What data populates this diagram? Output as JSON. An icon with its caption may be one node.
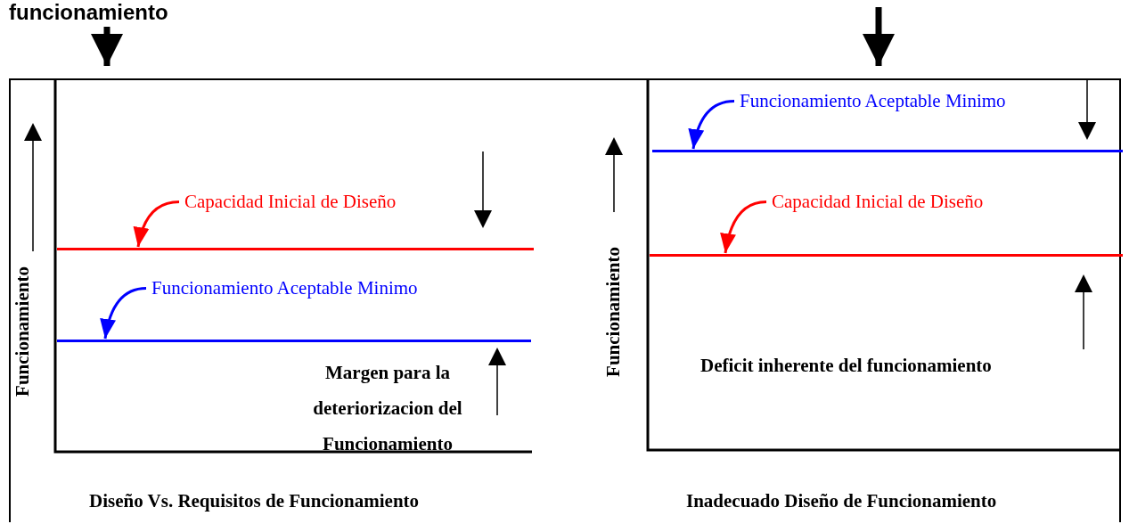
{
  "diagram": {
    "nodes": [
      {
        "text": [
          "funcionamiento"
        ]
      },
      {
        "text": [],
        "shape": "box"
      },
      {
        "text": [],
        "shape": "bar",
        "in": 1
      },
      {
        "text": [
          "Capacidad Inicial de Diseño"
        ],
        "in": 1
      },
      {
        "text": [],
        "shape": "bar",
        "in": 1
      },
      {
        "text": [
          "Funcionamiento Aceptable Minimo"
        ],
        "in": 1
      },
      {
        "text": [],
        "shape": "bar",
        "in": 1
      },
      {
        "text": [
          "Funcionamiento Aceptable Minimo"
        ],
        "in": 1
      },
      {
        "text": [],
        "shape": "bar",
        "in": 1
      },
      {
        "text": [
          "Capacidad Inicial de Diseño"
        ],
        "in": 1
      }
    ],
    "edges": [
      {
        "from": 0,
        "to": 1,
        "arrow": "to",
        "style": "thick"
      },
      {
        "from": null,
        "to": 1,
        "arrow": "to",
        "style": "thick"
      },
      {
        "from": 3,
        "to": 2,
        "arrow": "to",
        "color": "#ff0000"
      },
      {
        "from": 5,
        "to": 4,
        "arrow": "to",
        "color": "#0000ff"
      },
      {
        "from": 7,
        "to": 6,
        "arrow": "to",
        "color": "#0000ff"
      },
      {
        "from": 9,
        "to": 8,
        "arrow": "to",
        "color": "#ff0000"
      }
    ],
    "labels": [
      "Funcionamiento",
      "Margen para la deteriorizacion del Funcionamiento",
      "Funcionamiento",
      "Deficit inherente del funcionamiento",
      "Diseño Vs. Requisitos de Funcionamiento",
      "Inadecuado Diseño de Funcionamiento"
    ]
  }
}
